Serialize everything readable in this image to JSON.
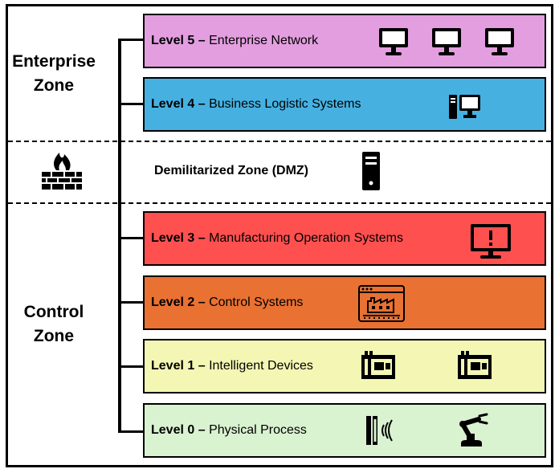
{
  "zones": {
    "enterprise": [
      "Enterprise",
      "Zone"
    ],
    "control": [
      "Control",
      "Zone"
    ]
  },
  "dmz": {
    "label": "Demilitarized Zone (DMZ)",
    "icons": [
      "firewall-icon",
      "server-tower-icon"
    ]
  },
  "levels": [
    {
      "id": "level5",
      "name": "Level 5",
      "sep": " – ",
      "desc": "Enterprise Network",
      "color": "#e39ee0",
      "icons": [
        "monitor-icon",
        "monitor-icon",
        "monitor-icon"
      ]
    },
    {
      "id": "level4",
      "name": "Level 4",
      "sep": " – ",
      "desc": "Business Logistic Systems",
      "color": "#46b1e1",
      "icons": [
        "desktop-computer-icon"
      ]
    },
    {
      "id": "level3",
      "name": "Level 3",
      "sep": " – ",
      "desc": "Manufacturing Operation Systems",
      "color": "#ff5050",
      "icons": [
        "alert-monitor-icon"
      ]
    },
    {
      "id": "level2",
      "name": "Level 2",
      "sep": " – ",
      "desc": "Control Systems",
      "color": "#e97132",
      "icons": [
        "factory-window-icon"
      ]
    },
    {
      "id": "level1",
      "name": "Level 1",
      "sep": " – ",
      "desc": "Intelligent Devices",
      "color": "#f3f7b3",
      "icons": [
        "controller-device-icon",
        "controller-device-icon"
      ]
    },
    {
      "id": "level0",
      "name": "Level 0",
      "sep": " – ",
      "desc": "Physical Process",
      "color": "#d9f2d0",
      "icons": [
        "sensor-icon",
        "robot-arm-icon"
      ]
    }
  ]
}
